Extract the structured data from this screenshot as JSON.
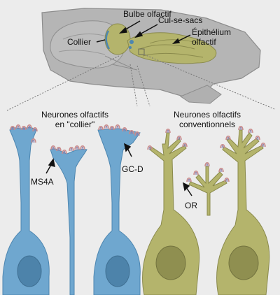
{
  "labels": {
    "bulbe": "Bulbe olfactif",
    "culsacs": "Cul-se-sacs",
    "epithelium_1": "Épithélium",
    "epithelium_2": "olfactif",
    "collier": "Collier",
    "group_collier_1": "Neurones olfactifs",
    "group_collier_2": "en \"collier\"",
    "group_conv_1": "Neurones olfactifs",
    "group_conv_2": "conventionnels",
    "ms4a": "MS4A",
    "gcd": "GC-D",
    "or": "OR"
  },
  "colors": {
    "background": "#ececec",
    "head": "#b5b5b5",
    "neuron_blue": "#6fa7cf",
    "neuron_blue_dark": "#4d86b0",
    "nucleus_blue": "#4d83aa",
    "neuron_olive": "#b4b46c",
    "neuron_olive_dark": "#8a8a4c",
    "nucleus_olive": "#8f8f50",
    "receptor_pink": "#c98a8a",
    "receptor_purple": "#8c7ea9"
  }
}
